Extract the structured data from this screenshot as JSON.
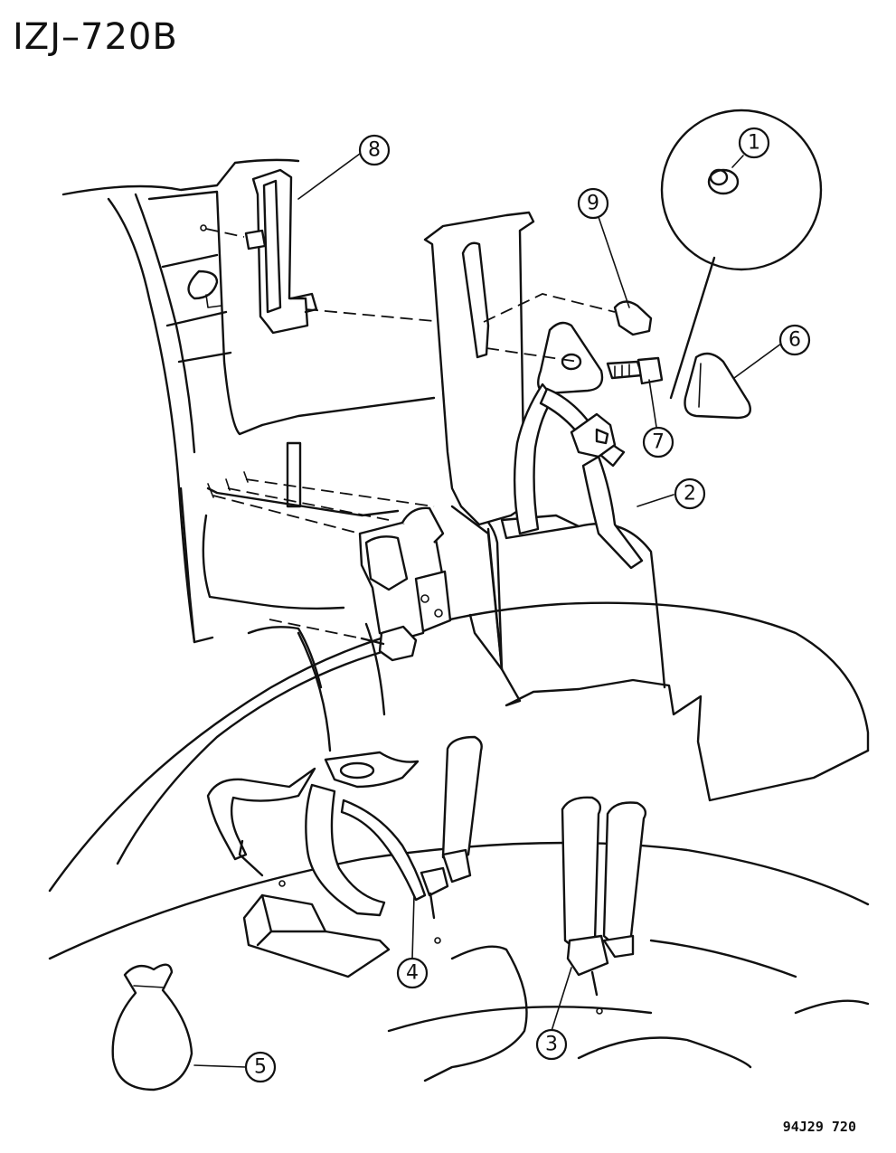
{
  "header": {
    "diagram_id": "IZJ–720B"
  },
  "footer": {
    "reference_code": "94J29 720"
  },
  "callouts": [
    {
      "id": "callout-1",
      "label": "1"
    },
    {
      "id": "callout-2",
      "label": "2"
    },
    {
      "id": "callout-3",
      "label": "3"
    },
    {
      "id": "callout-4",
      "label": "4"
    },
    {
      "id": "callout-5",
      "label": "5"
    },
    {
      "id": "callout-6",
      "label": "6"
    },
    {
      "id": "callout-7",
      "label": "7"
    },
    {
      "id": "callout-8",
      "label": "8"
    },
    {
      "id": "callout-9",
      "label": "9"
    }
  ]
}
